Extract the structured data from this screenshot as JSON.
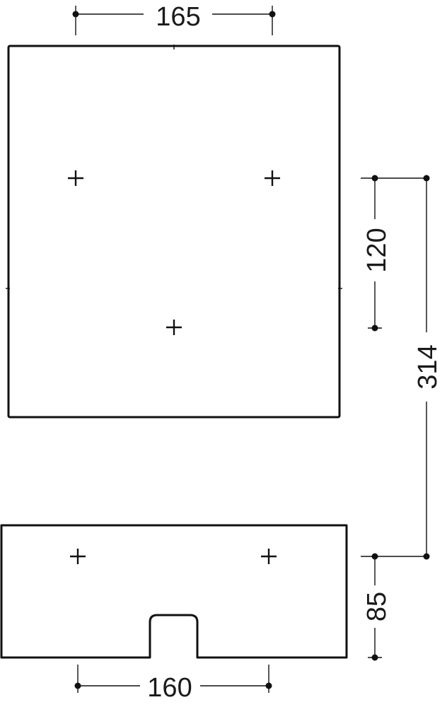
{
  "dimensions": {
    "top_width": "165",
    "hole_spacing_vertical": "120",
    "overall_height": "314",
    "bottom_hole_offset": "85",
    "bottom_width": "160"
  }
}
